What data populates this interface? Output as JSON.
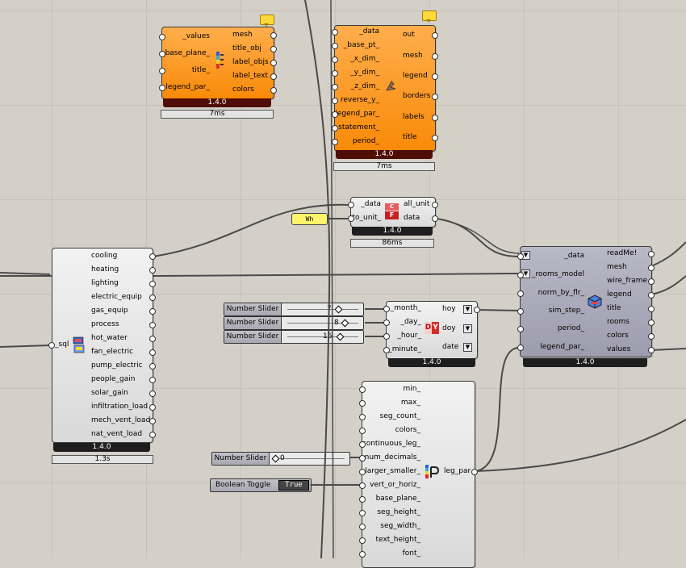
{
  "colors": {
    "canvas": "#d4d0c8",
    "component_orange": "#f98a08",
    "component_grey": "#e4e4e4",
    "component_dark": "#a6a5b5",
    "panel_yellow": "#fff36c"
  },
  "legend_component": {
    "inputs": [
      "_values",
      "_base_plane_",
      "title_",
      "legend_par_"
    ],
    "outputs": [
      "mesh",
      "title_obj",
      "label_objs",
      "label_text",
      "colors"
    ],
    "version": "1.4.0",
    "time": "7ms",
    "icon": "legend-color-bar-icon"
  },
  "heatmap_component": {
    "inputs": [
      "_data",
      "_base_pt_",
      "_x_dim_",
      "_y_dim_",
      "_z_dim_",
      "reverse_y_",
      "legend_par_",
      "statement_",
      "period_"
    ],
    "outputs": [
      "out",
      "mesh",
      "legend",
      "borders",
      "labels",
      "title"
    ],
    "version": "1.4.0",
    "time": "7ms",
    "icon": "hand-pointer-icon"
  },
  "convert_units": {
    "inputs": [
      "_data",
      "to_unit_"
    ],
    "outputs": [
      "all_unit",
      "data"
    ],
    "version": "1.4.0",
    "time": "86ms",
    "icon": "c-to-f-icon",
    "icon_text": [
      "C",
      "F"
    ]
  },
  "unit_panel": {
    "text": "Wh"
  },
  "sql_component": {
    "input": "_sql",
    "outputs": [
      "cooling",
      "heating",
      "lighting",
      "electric_equip",
      "gas_equip",
      "process",
      "hot_water",
      "fan_electric",
      "pump_electric",
      "people_gain",
      "solar_gain",
      "infiltration_load",
      "mech_vent_load",
      "nat_vent_load"
    ],
    "version": "1.4.0",
    "time": "1.3s"
  },
  "sliders": [
    {
      "label": "Number Slider",
      "value": "7"
    },
    {
      "label": "Number Slider",
      "value": "8"
    },
    {
      "label": "Number Slider",
      "value": "16"
    }
  ],
  "dt_component": {
    "inputs": [
      "_month_",
      "_day_",
      "_hour_",
      "_minute_"
    ],
    "outputs": [
      "hoy",
      "doy",
      "date"
    ],
    "version": "1.4.0",
    "icon_text": "D",
    "icon_text2": "Y"
  },
  "rooms_component": {
    "inputs": [
      "_data",
      "_rooms_model",
      "norm_by_flr_",
      "sim_step_",
      "period_",
      "legend_par_"
    ],
    "outputs": [
      "readMe!",
      "mesh",
      "wire_frame",
      "legend",
      "title",
      "rooms",
      "colors",
      "values"
    ],
    "version": "1.4.0"
  },
  "legend_par_component": {
    "inputs": [
      "min_",
      "max_",
      "seg_count_",
      "colors_",
      "continuous_leg_",
      "num_decimals_",
      "larger_smaller_",
      "vert_or_horiz_",
      "base_plane_",
      "seg_height_",
      "seg_width_",
      "text_height_",
      "font_"
    ],
    "output": "leg_par"
  },
  "decimals_slider": {
    "label": "Number Slider",
    "value": "0"
  },
  "boolean_toggle": {
    "label": "Boolean Toggle",
    "value": "True"
  }
}
